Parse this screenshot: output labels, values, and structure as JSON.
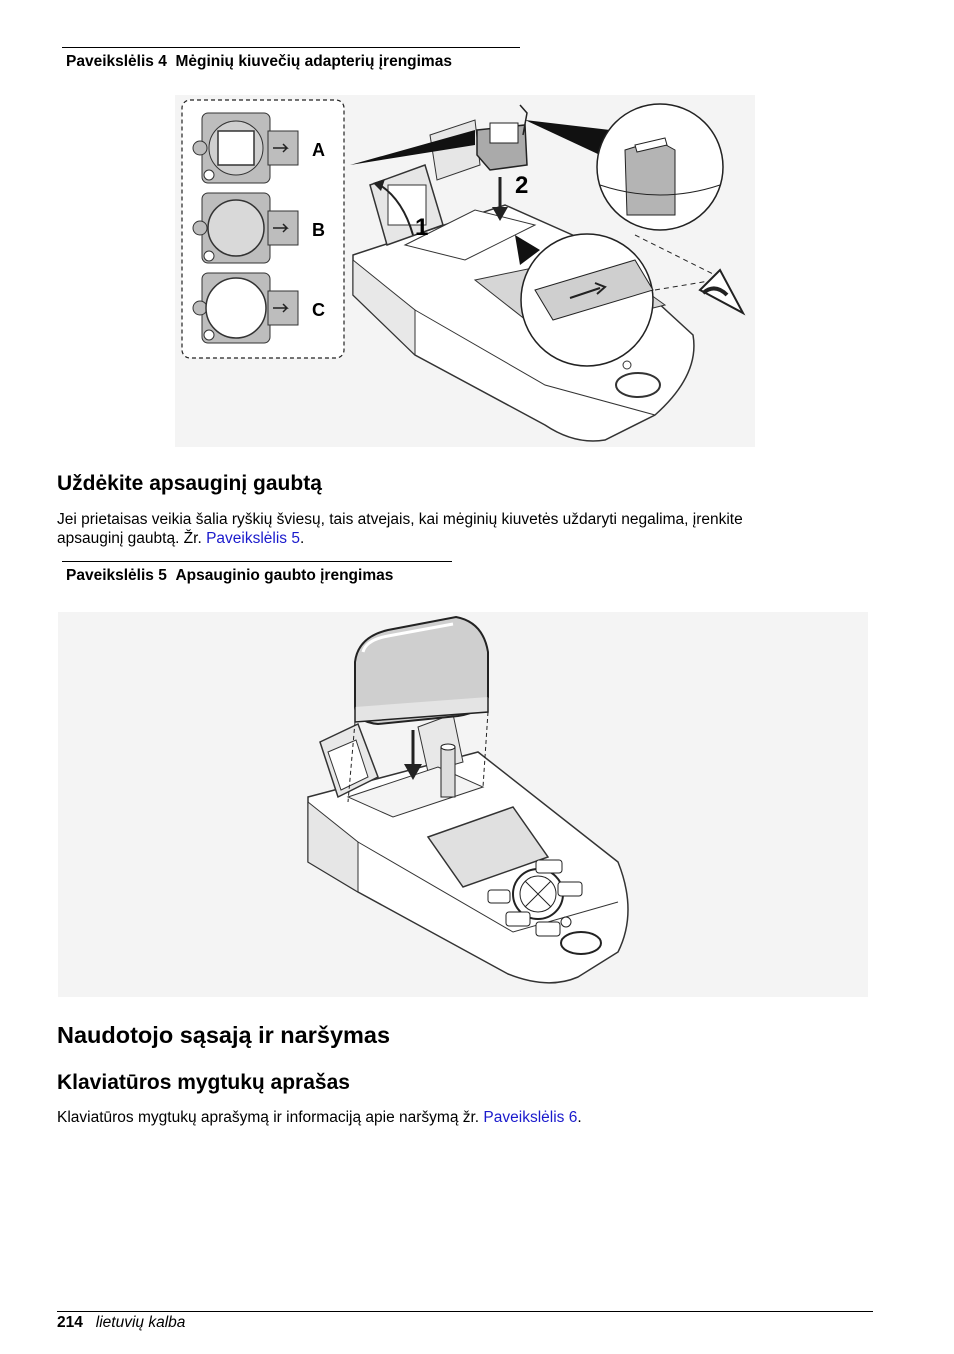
{
  "figure4": {
    "caption_num": "Paveikslėlis 4",
    "caption_title": "Mėginių kiuvečių adapterių įrengimas",
    "labels": [
      "A",
      "B",
      "C"
    ],
    "callouts": [
      "1",
      "2"
    ]
  },
  "section1": {
    "heading": "Uždėkite apsauginį gaubtą",
    "text_line1": "Jei prietaisas veikia šalia ryškių šviesų, tais atvejais, kai mėginių kiuvetės uždaryti negalima, įrenkite",
    "text_line2_pre": "apsauginį gaubtą. Žr. ",
    "text_link": "Paveikslėlis 5",
    "text_line2_post": "."
  },
  "figure5": {
    "caption_num": "Paveikslėlis 5",
    "caption_title": "Apsauginio gaubto įrengimas"
  },
  "chapter": {
    "heading": "Naudotojo sąsają ir naršymas"
  },
  "section2": {
    "heading": "Klaviatūros mygtukų aprašas",
    "text_pre": "Klaviatūros mygtukų aprašymą ir informaciją apie naršymą žr. ",
    "text_link": "Paveikslėlis 6",
    "text_post": "."
  },
  "footer": {
    "page_number": "214",
    "language": "lietuvių kalba"
  }
}
